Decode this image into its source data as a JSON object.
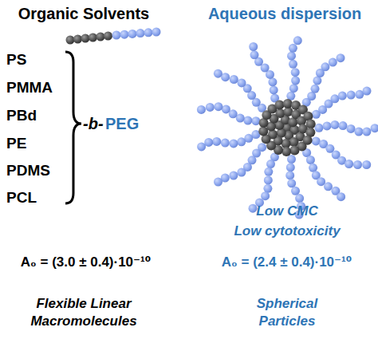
{
  "diagram": {
    "labels": [
      "Organic Solvents",
      "Aqueous dispersion",
      "PS",
      "PMMA",
      "PBd",
      "PE",
      "PDMS",
      "PCL",
      "-b-",
      "PEG",
      "Low CMC",
      "Low cytotoxicity",
      "A₀ = (3.0 ± 0.4)·10⁻¹⁰",
      "A₀ = (2.4 ± 0.4)·10⁻¹⁰",
      "Flexible Linear Macromolecules",
      "Spherical Particles"
    ]
  }
}
